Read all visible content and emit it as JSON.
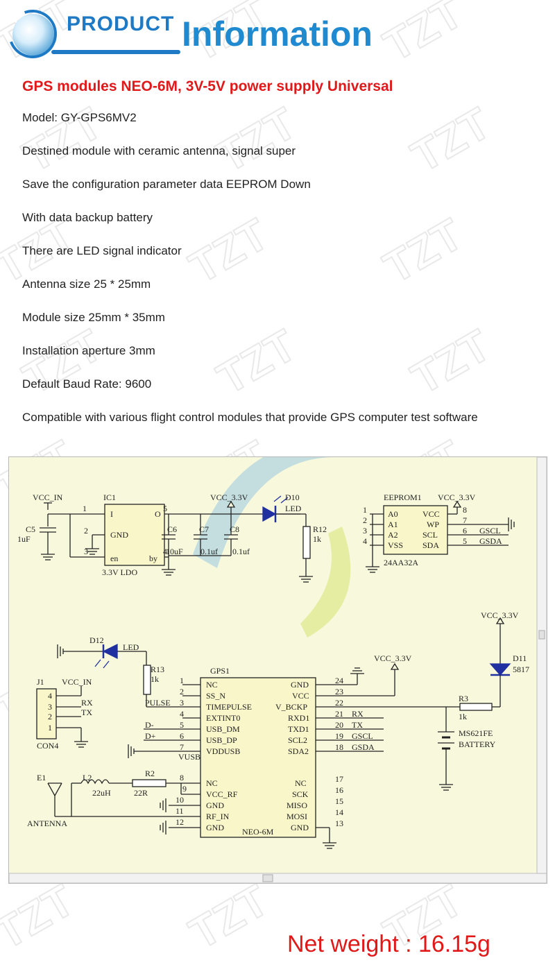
{
  "header": {
    "product_label": "PRODUCT",
    "info_label": "Information",
    "accent_color": "#1f7ac6"
  },
  "watermark": {
    "text": "TZT"
  },
  "title": "GPS modules NEO-6M, 3V-5V power supply Universal",
  "specs": [
    "Model: GY-GPS6MV2",
    "Destined module with ceramic antenna, signal super",
    "Save the configuration parameter data EEPROM Down",
    "With data backup battery",
    "There are LED signal indicator",
    "Antenna size 25 * 25mm",
    "Module size 25mm * 35mm",
    "Installation aperture 3mm",
    "Default Baud Rate: 9600",
    "Compatible with various flight control modules that provide GPS computer test software"
  ],
  "schematic": {
    "labels": {
      "vcc_in": "VCC_IN",
      "ic1": "IC1",
      "vcc33_a": "VCC_3.3V",
      "d10": "D10",
      "led_a": "LED",
      "eeprom1": "EEPROM1",
      "vcc33_b": "VCC_3.3V",
      "c5": "C5",
      "c5v": "1uF",
      "pin1": "1",
      "io_i": "I",
      "io_o": "O",
      "pin5": "5",
      "pin2": "2",
      "gnd_ic": "GND",
      "pin3": "3",
      "en": "en",
      "by": "by",
      "ldo": "3.3V  LDO",
      "c6": "C6",
      "c7": "C7",
      "c8": "C8",
      "c6v": "10uF",
      "c7v": "0.1uf",
      "c8v": "0.1uf",
      "pin4_a": "4",
      "r12": "R12",
      "r12v": "1k",
      "a0": "A0",
      "a1": "A1",
      "a2": "A2",
      "vss": "VSS",
      "vcc_e": "VCC",
      "wp": "WP",
      "scl_e": "SCL",
      "sda_e": "SDA",
      "ep1": "1",
      "ep2": "2",
      "ep3": "3",
      "ep4": "4",
      "ep8": "8",
      "ep7": "7",
      "ep6": "6",
      "ep5": "5",
      "gscl_e": "GSCL",
      "gsda_e": "GSDA",
      "eeprom_part": "24AA32A",
      "vcc33_c": "VCC_3.3V",
      "d12": "D12",
      "led_b": "LED",
      "r13": "R13",
      "r13v": "1k",
      "gps1": "GPS1",
      "vcc33_d": "VCC_3.3V",
      "d11": "D11",
      "d11v": "5817",
      "j1": "J1",
      "vcc_in_j": "VCC_IN",
      "j4": "4",
      "j3": "3",
      "j2": "2",
      "j1n": "1",
      "rx_j": "RX",
      "tx_j": "TX",
      "con4": "CON4",
      "pulse": "PULSE",
      "dminus": "D-",
      "dplus": "D+",
      "vusb": "VUSB",
      "g1": "1",
      "g2": "2",
      "g3": "3",
      "g4": "4",
      "g5": "5",
      "g6": "6",
      "g7": "7",
      "nc_l": "NC",
      "ss_n": "SS_N",
      "timepulse": "TIMEPULSE",
      "extint0": "EXTINT0",
      "usb_dm": "USB_DM",
      "usb_dp": "USB_DP",
      "vddusb": "VDDUSB",
      "gnd_r": "GND",
      "vcc_r": "VCC",
      "v_bckp": "V_BCKP",
      "rxd1": "RXD1",
      "txd1": "TXD1",
      "scl2": "SCL2",
      "sda2": "SDA2",
      "g24": "24",
      "g23": "23",
      "g22": "22",
      "g21": "21",
      "g20": "20",
      "g19": "19",
      "g18": "18",
      "rx_g": "RX",
      "tx_g": "TX",
      "gscl_g": "GSCL",
      "gsda_g": "GSDA",
      "r3": "R3",
      "r3v": "1k",
      "ms621": "MS621FE",
      "battery": "BATTERY",
      "e1": "E1",
      "antenna": "ANTENNA",
      "l2": "L2",
      "l2v": "22uH",
      "r2": "R2",
      "r2v": "22R",
      "g8": "8",
      "g9": "9",
      "g10": "10",
      "g11": "11",
      "g12": "12",
      "nc_l2": "NC",
      "vcc_rf": "VCC_RF",
      "gnd_l2": "GND",
      "rf_in": "RF_IN",
      "gnd_l3": "GND",
      "g17": "17",
      "g16": "16",
      "g15": "15",
      "g14": "14",
      "g13": "13",
      "nc_r2": "NC",
      "sck": "SCK",
      "miso": "MISO",
      "mosi": "MOSI",
      "gnd_r2": "GND",
      "neo6m": "NEO-6M"
    }
  },
  "footer": {
    "net_weight": "Net weight : 16.15g"
  }
}
